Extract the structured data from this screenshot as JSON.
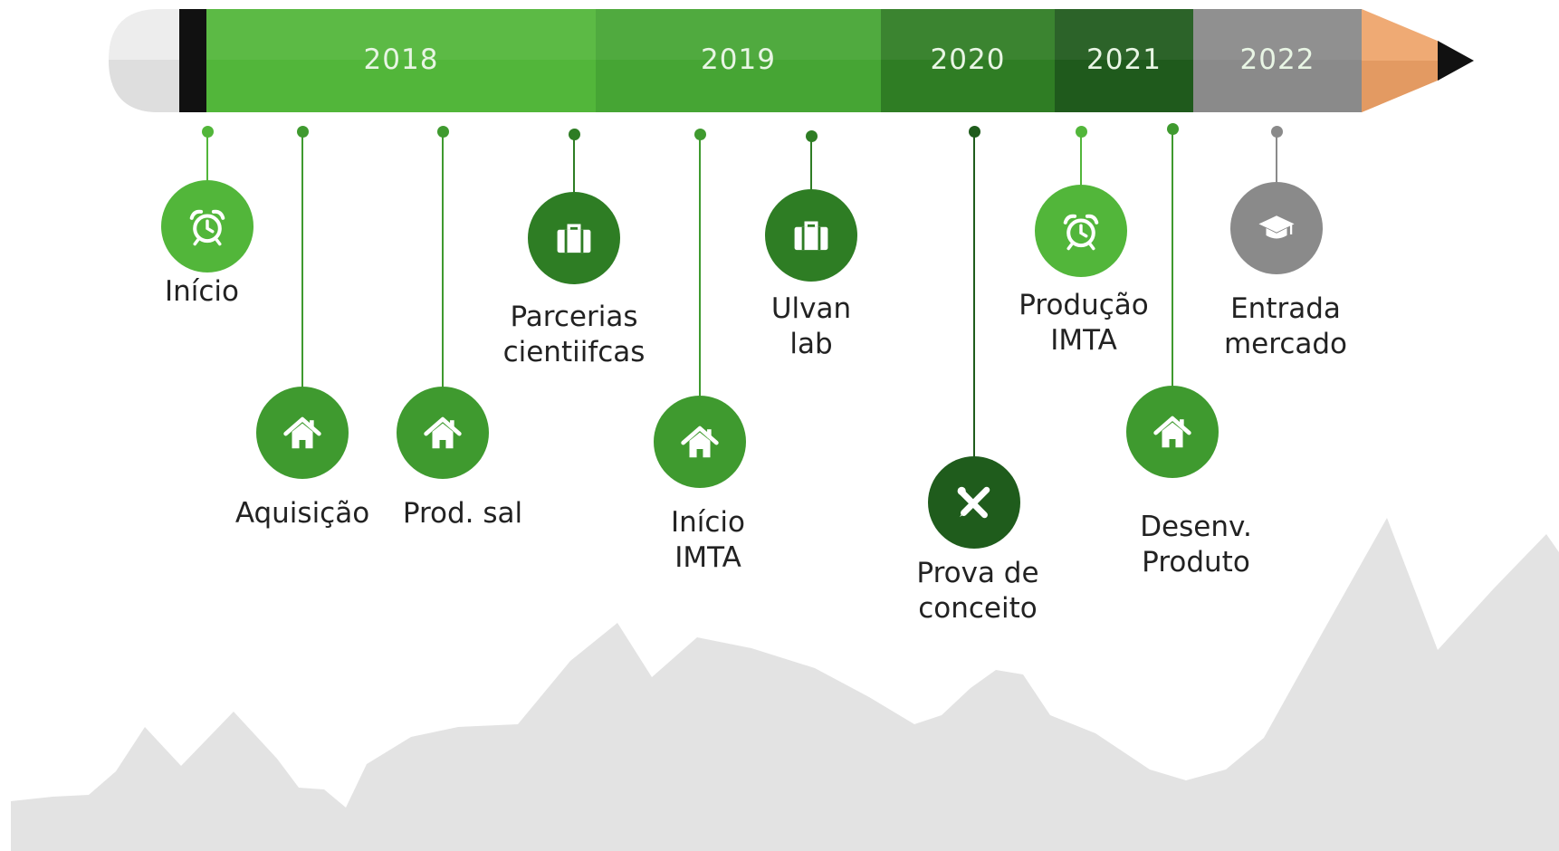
{
  "colors": {
    "page_bg": "#ffffff",
    "mountain": "#e3e3e3",
    "pencil_cap": "#eeeeee",
    "pencil_band": "#111111",
    "pencil_tip": "#efaa74",
    "pencil_lead": "#111111",
    "light_green": "#52b63a",
    "mid_green": "#3f9a2f",
    "dark_green": "#2e7d24",
    "deep_green": "#1f5c1c",
    "gray": "#8a8a8a",
    "label_text": "#222222",
    "year_text": "#e8f5e4"
  },
  "timeline": {
    "years": [
      {
        "label": "2018",
        "color": "#52b63a"
      },
      {
        "label": "2019",
        "color": "#46a534"
      },
      {
        "label": "2020",
        "color": "#2f7d24"
      },
      {
        "label": "2021",
        "color": "#1f5a1c"
      },
      {
        "label": "2022",
        "color": "#8a8a8a"
      }
    ],
    "events": [
      {
        "id": "inicio",
        "label": "Início",
        "icon": "alarm-clock-icon",
        "color": "#52b63a"
      },
      {
        "id": "aquisicao",
        "label": "Aquisição",
        "icon": "house-icon",
        "color": "#3f9a2f"
      },
      {
        "id": "prod-sal",
        "label": "Prod. sal",
        "icon": "house-icon",
        "color": "#3f9a2f"
      },
      {
        "id": "parcerias",
        "label": "Parcerias\ncientiifcas",
        "icon": "briefcase-icon",
        "color": "#2e7d24"
      },
      {
        "id": "inicio-imta",
        "label": "Início\nIMTA",
        "icon": "house-icon",
        "color": "#3f9a2f"
      },
      {
        "id": "ulvan-lab",
        "label": "Ulvan\nlab",
        "icon": "briefcase-icon",
        "color": "#2e7d24"
      },
      {
        "id": "prova-conceito",
        "label": "Prova de\nconceito",
        "icon": "tools-icon",
        "color": "#1f5c1c"
      },
      {
        "id": "producao-imta",
        "label": "Produção\nIMTA",
        "icon": "alarm-clock-icon",
        "color": "#52b63a"
      },
      {
        "id": "desenv-produto",
        "label": "Desenv.\nProduto",
        "icon": "house-icon",
        "color": "#3f9a2f"
      },
      {
        "id": "entrada-mercado",
        "label": "Entrada\nmercado",
        "icon": "graduation-cap-icon",
        "color": "#8a8a8a"
      }
    ]
  }
}
